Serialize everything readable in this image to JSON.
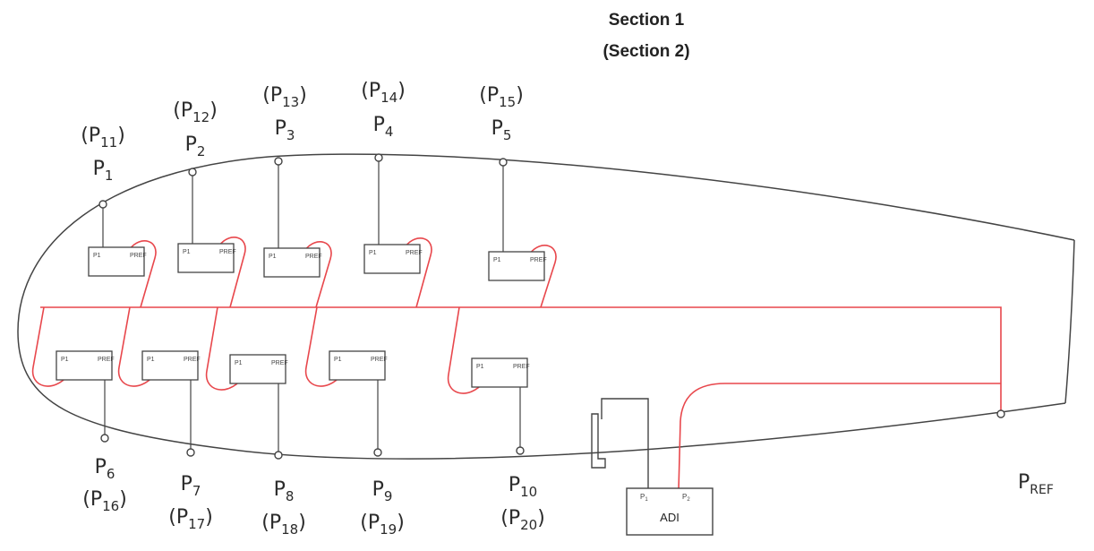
{
  "section": {
    "line1": "Section 1",
    "line2": "(Section 2)"
  },
  "taps": {
    "upper": [
      {
        "sec1": "1",
        "sec2": "11"
      },
      {
        "sec1": "2",
        "sec2": "12"
      },
      {
        "sec1": "3",
        "sec2": "13"
      },
      {
        "sec1": "4",
        "sec2": "14"
      },
      {
        "sec1": "5",
        "sec2": "15"
      }
    ],
    "lower": [
      {
        "sec1": "6",
        "sec2": "16"
      },
      {
        "sec1": "7",
        "sec2": "17"
      },
      {
        "sec1": "8",
        "sec2": "18"
      },
      {
        "sec1": "9",
        "sec2": "19"
      },
      {
        "sec1": "10",
        "sec2": "20"
      }
    ]
  },
  "symbols": {
    "pressure_letter": "P",
    "reference_subscript": "REF",
    "open_paren": "(",
    "close_paren": ")"
  },
  "sensor_ports": {
    "p1": "P",
    "p1_sub": "1",
    "pref_sub": "REF"
  },
  "adi": {
    "label": "ADI",
    "port1": "P",
    "port1_sub": "1",
    "port2": "P",
    "port2_sub": "2"
  },
  "colors": {
    "outline": "#444444",
    "tube": "#e8474c",
    "text": "#2b2b2b"
  }
}
